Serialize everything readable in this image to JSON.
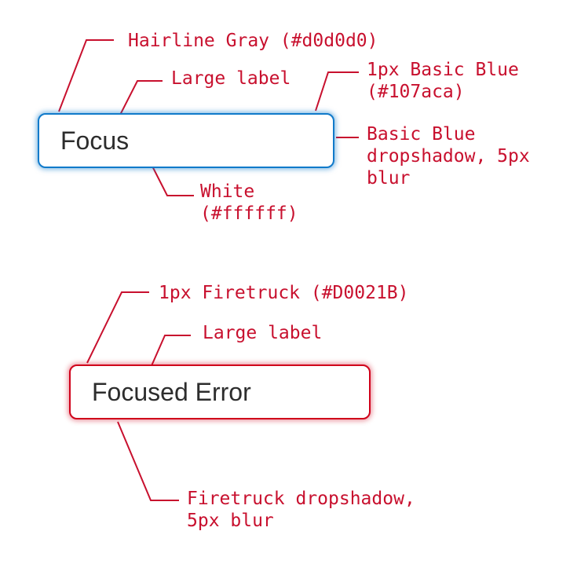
{
  "colors": {
    "annotation_red": "#c8102e",
    "basic_blue": "#107aca",
    "firetruck": "#D0021B",
    "hairline_gray": "#d0d0d0",
    "white": "#ffffff"
  },
  "focus_field": {
    "label": "Focus",
    "annotations": {
      "hairline": "Hairline Gray (#d0d0d0)",
      "large_label": "Large label",
      "border": "1px Basic Blue\n(#107aca)",
      "shadow": "Basic Blue\ndropshadow, 5px\nblur",
      "background": "White\n(#ffffff)"
    }
  },
  "error_field": {
    "label": "Focused Error",
    "annotations": {
      "border": "1px Firetruck (#D0021B)",
      "large_label": "Large label",
      "shadow": "Firetruck dropshadow,\n5px blur"
    }
  }
}
